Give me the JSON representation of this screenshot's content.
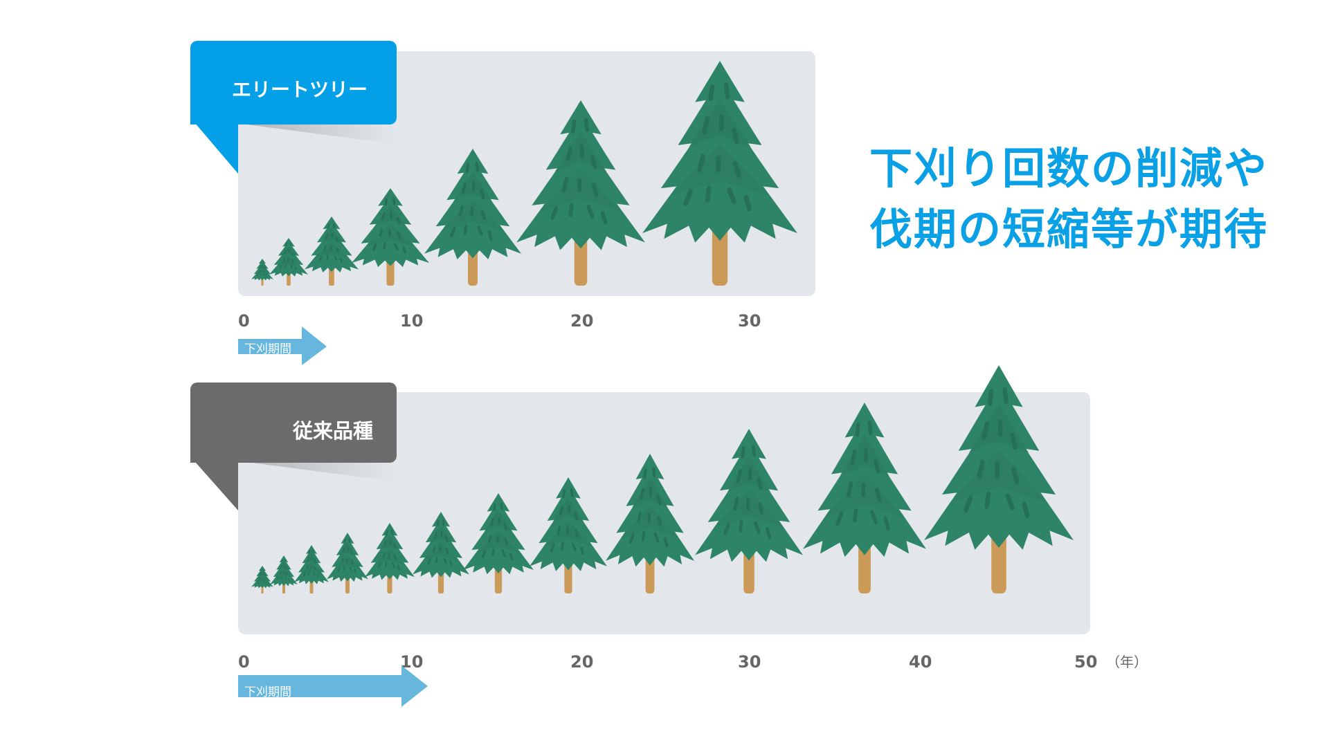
{
  "headline": {
    "line1": "下刈り回数の削減や",
    "line2": "伐期の短縮等が期待",
    "color": "#0aa0e6"
  },
  "elite": {
    "label": "エリートツリー",
    "label_color": "#03a0e8",
    "axis_ticks": [
      "0",
      "10",
      "20",
      "30"
    ],
    "period_label": "下刈期間",
    "tree_icon": "conifer-tree-icon",
    "tree_count": 7
  },
  "conventional": {
    "label": "従来品種",
    "label_color": "#6b6b6b",
    "axis_ticks": [
      "0",
      "10",
      "20",
      "30",
      "40",
      "50"
    ],
    "axis_unit": "（年）",
    "period_label": "下刈期間",
    "tree_icon": "conifer-tree-icon",
    "tree_count": 12
  },
  "colors": {
    "panel_bg": "#e3e7ec",
    "tree_green": "#2e8466",
    "tree_dash": "#267055",
    "trunk": "#cc9a58",
    "arrow": "#66b6de",
    "axis_text": "#666666"
  },
  "chart_data": {
    "type": "diagram",
    "title": "下刈り回数の削減や伐期の短縮等が期待",
    "xlabel": "（年）",
    "series": [
      {
        "name": "エリートツリー",
        "x_years": [
          0,
          2,
          5,
          9,
          14,
          20,
          28
        ],
        "relative_height": [
          0.12,
          0.21,
          0.3,
          0.43,
          0.6,
          0.81,
          0.98
        ],
        "weeding_period_years": [
          0,
          5
        ]
      },
      {
        "name": "従来品種",
        "x_years": [
          0,
          1.3,
          3,
          5,
          7.5,
          10.5,
          14,
          18,
          23,
          29,
          36,
          44
        ],
        "relative_height": [
          0.12,
          0.16,
          0.21,
          0.26,
          0.3,
          0.35,
          0.43,
          0.5,
          0.61,
          0.72,
          0.83,
          0.99
        ],
        "weeding_period_years": [
          0,
          11
        ]
      }
    ],
    "xlim": [
      0,
      50
    ]
  }
}
